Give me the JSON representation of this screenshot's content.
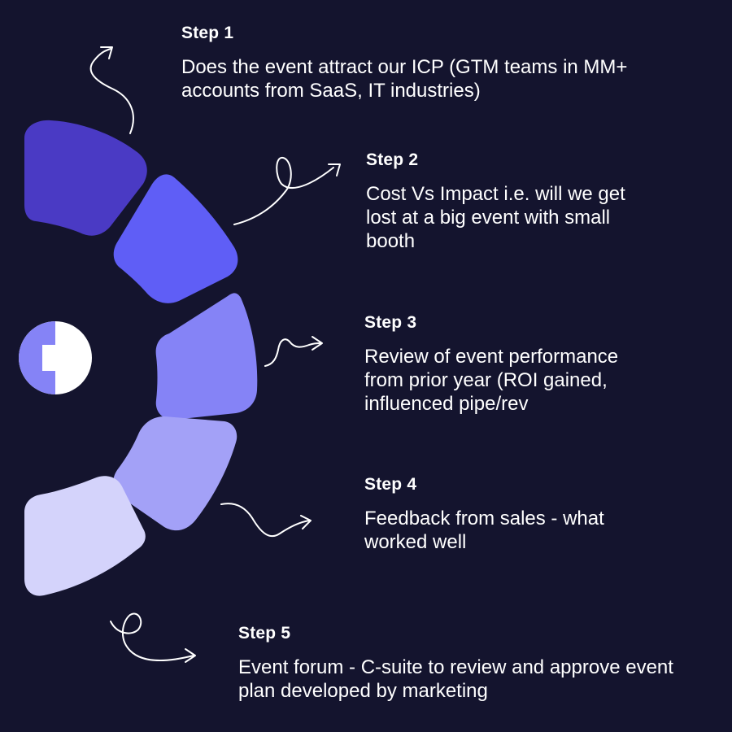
{
  "colors": {
    "background": "#14142e",
    "segment_1": "#4a3ac4",
    "segment_2": "#5f5ef6",
    "segment_3": "#8583f6",
    "segment_4": "#a3a1f7",
    "segment_5": "#d4d3fb",
    "logo_light": "#ffffff",
    "logo_accent": "#8583f6",
    "text": "#ffffff"
  },
  "icons": {
    "logo": "half-circle-logo-icon",
    "arrows": "squiggle-arrow-icon"
  },
  "steps": [
    {
      "title": "Step 1",
      "text": "Does the event attract our ICP (GTM teams in MM+ accounts from SaaS, IT industries)"
    },
    {
      "title": "Step 2",
      "text": "Cost Vs Impact i.e. will we get lost at a big event with small booth"
    },
    {
      "title": "Step 3",
      "text": "Review of event performance from prior year (ROI gained, influenced pipe/rev"
    },
    {
      "title": "Step 4",
      "text": "Feedback from sales - what worked well"
    },
    {
      "title": "Step 5",
      "text": "Event forum - C-suite to review and approve event plan developed by marketing"
    }
  ]
}
